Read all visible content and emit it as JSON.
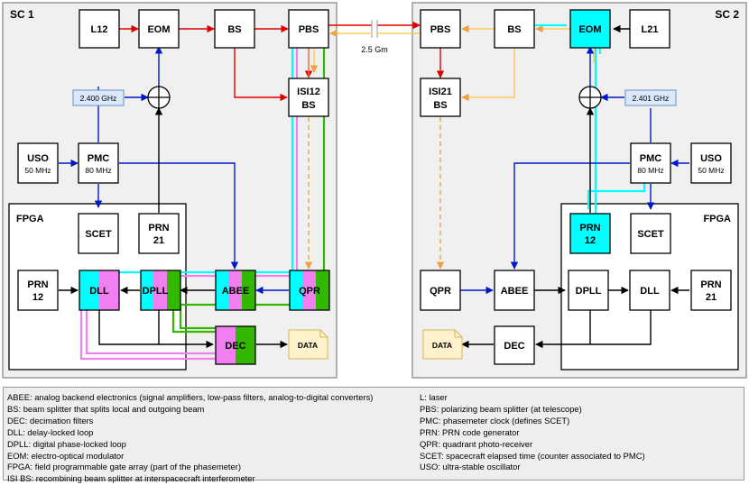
{
  "spacecraft": {
    "sc1": {
      "title": "SC 1",
      "fpga": "FPGA"
    },
    "sc2": {
      "title": "SC 2",
      "fpga": "FPGA"
    }
  },
  "link": {
    "distance": "2.5 Gm"
  },
  "blocks": {
    "sc1": {
      "laser": "L12",
      "eom": "EOM",
      "bs": "BS",
      "pbs": "PBS",
      "isi_line1": "ISI12",
      "isi_line2": "BS",
      "freq": "2.400 GHz",
      "uso": "USO",
      "uso_freq": "50 MHz",
      "pmc": "PMC",
      "pmc_freq": "80 MHz",
      "scet": "SCET",
      "prn21_line1": "PRN",
      "prn21_line2": "21",
      "prn12_line1": "PRN",
      "prn12_line2": "12",
      "dll": "DLL",
      "dpll": "DPLL",
      "abee": "ABEE",
      "qpr": "QPR",
      "dec": "DEC",
      "data": "DATA"
    },
    "sc2": {
      "pbs": "PBS",
      "bs": "BS",
      "eom": "EOM",
      "laser": "L21",
      "isi_line1": "ISI21",
      "isi_line2": "BS",
      "freq": "2.401 GHz",
      "pmc": "PMC",
      "pmc_freq": "80 MHz",
      "uso": "USO",
      "uso_freq": "50 MHz",
      "prn12_line1": "PRN",
      "prn12_line2": "12",
      "scet": "SCET",
      "qpr": "QPR",
      "abee": "ABEE",
      "dpll": "DPLL",
      "dll": "DLL",
      "prn21_line1": "PRN",
      "prn21_line2": "21",
      "data": "DATA",
      "dec": "DEC"
    }
  },
  "glossary": {
    "left": [
      "ABEE: analog backend electronics (signal amplifiers, low-pass filters, analog-to-digital converters)",
      "BS: beam splitter that splits local and outgoing beam",
      "DEC: decimation filters",
      "DLL: delay-locked loop",
      "DPLL: digital phase-locked loop",
      "EOM: electro-optical modulator",
      "FPGA: field programmable gate array (part of the phasemeter)",
      "ISI BS: recombining beam splitter at interspacecraft interferometer"
    ],
    "right": [
      "L: laser",
      "PBS: polarizing beam splitter (at telescope)",
      "PMC: phasemeter clock (defines SCET)",
      "PRN: PRN code generator",
      "QPR: quadrant photo-receiver",
      "SCET: spacecraft elapsed time (counter associated to PMC)",
      "USO: ultra-stable oscillator"
    ]
  },
  "colors": {
    "laser_beam": "#e00000",
    "received_beam": "#ffc85a",
    "clock": "#0018c8",
    "cyan": "#00ffff",
    "magenta": "#f080f0",
    "green": "#33b800",
    "frame_fill": "#f0f0f0",
    "freq_fill": "#dae8fc",
    "data_fill": "#fff2cc"
  }
}
